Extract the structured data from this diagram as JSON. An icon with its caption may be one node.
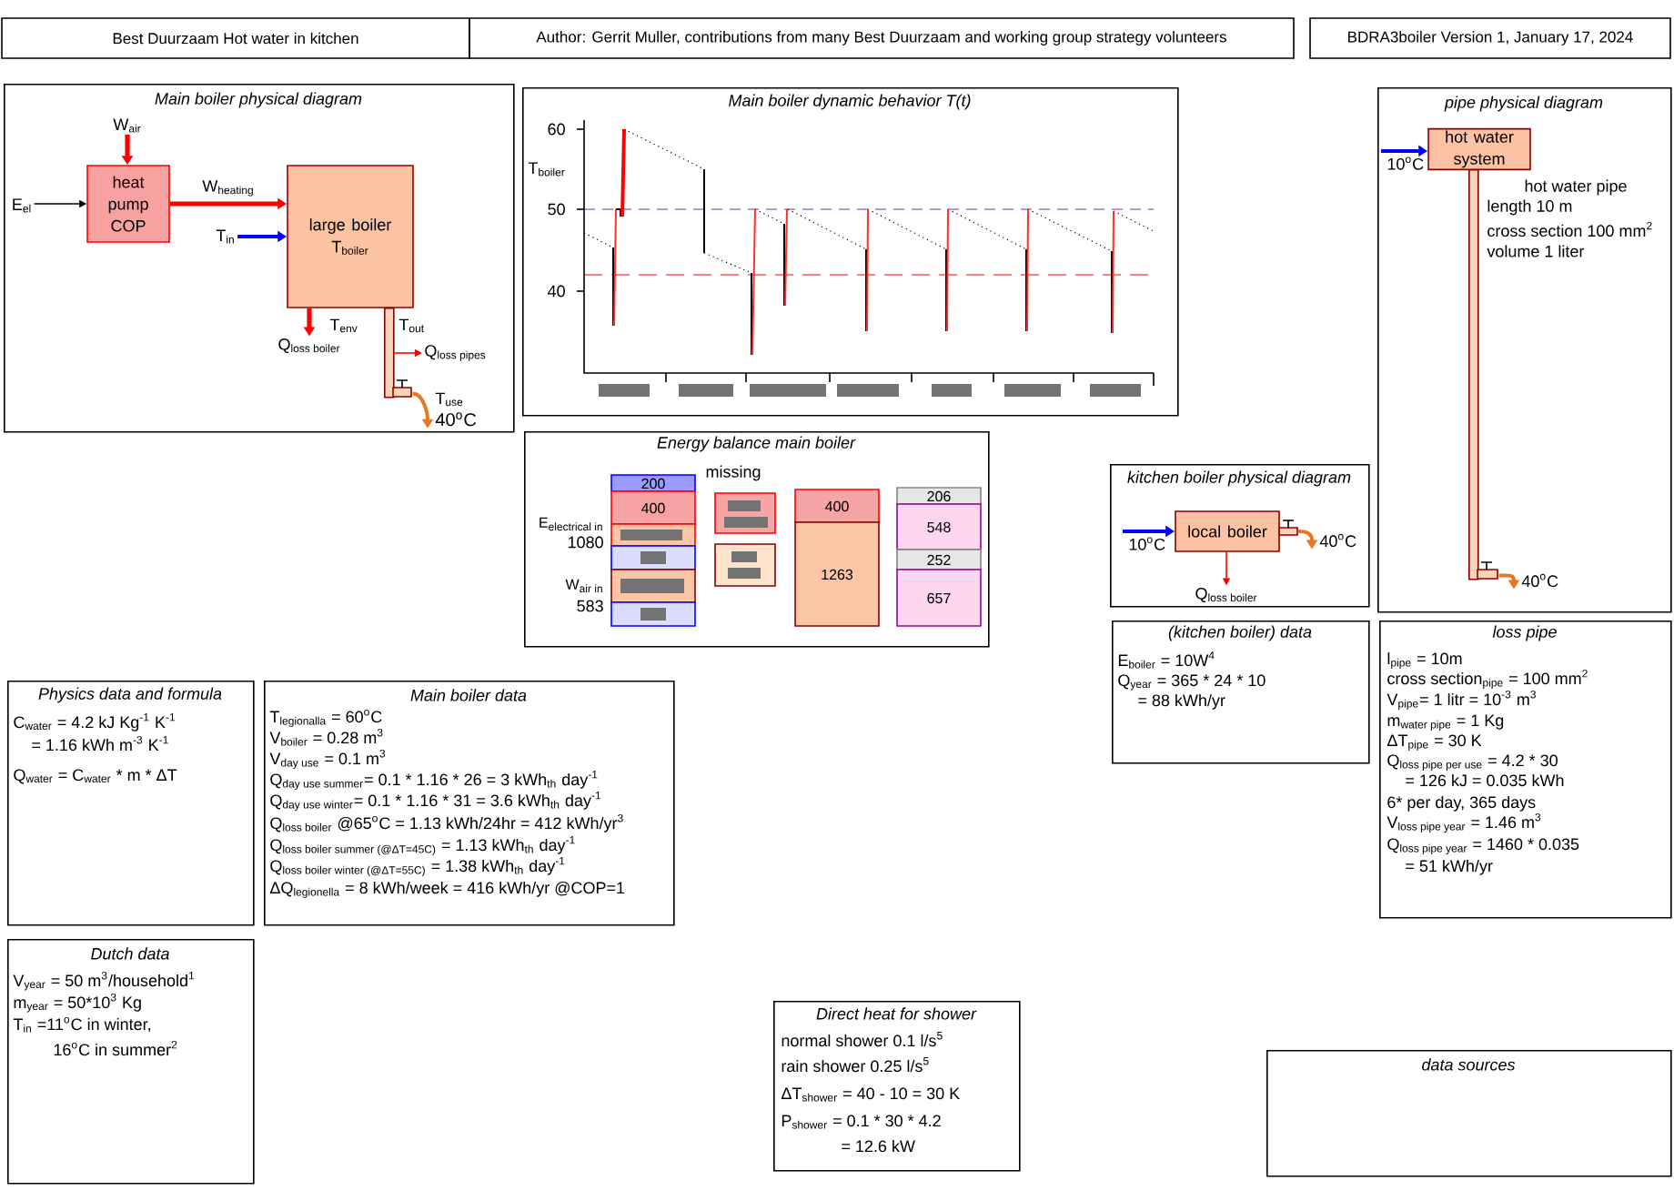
{
  "diagram": {
    "nodes": [
      {
        "text": [
          "Best Duurzaam Hot water in kitchen"
        ]
      },
      {
        "text": [
          "Author: Gerrit Muller, contributions from many Best Duurzaam and working group strategy volunteers"
        ]
      },
      {
        "text": [
          "BDRA3boiler Version 1, January 17, 2024"
        ]
      },
      {
        "text": [
          "Main boiler physical diagram"
        ]
      },
      {
        "text": [
          "W$_{air}$"
        ],
        "in": 3
      },
      {
        "text": [
          "E$_{el}$"
        ],
        "in": 3
      },
      {
        "text": [
          "heat pump COP"
        ],
        "in": 3
      },
      {
        "text": [
          "large boiler",
          "T$_{boiler}$"
        ],
        "in": 3
      },
      {
        "text": [
          "T$_{in}$"
        ],
        "in": 3
      },
      {
        "text": [
          "Q$_{loss boiler}$"
        ],
        "in": 3
      },
      {
        "text": [],
        "shape": "bar",
        "in": 3
      },
      {
        "text": [
          "Q$_{loss pipes}$"
        ],
        "in": 3
      },
      {
        "text": [
          "T$_{use}$",
          "40$^{o}$C"
        ],
        "in": 3
      },
      {
        "text": [
          "Main boiler dynamic behavior T(t)"
        ]
      },
      {
        "text": [
          "pipe physical diagram"
        ]
      },
      {
        "text": [
          "10$^{o}$C"
        ],
        "in": 14
      },
      {
        "text": [
          "hot water system"
        ],
        "in": 14
      },
      {
        "text": [],
        "shape": "bar",
        "in": 14,
        "beside": [
          "hot water pipe",
          "length 10 m",
          "cross section 100 mm$^{2}$",
          "volume 1 liter"
        ]
      },
      {
        "text": [
          "40$^{o}$C"
        ],
        "in": 14
      },
      {
        "text": [
          "Energy balance main boiler"
        ]
      },
      {
        "text": [
          "200"
        ],
        "in": 19
      },
      {
        "text": [
          "400"
        ],
        "in": 19
      },
      {
        "text": [],
        "shape": "box",
        "in": 19
      },
      {
        "text": [],
        "shape": "box",
        "in": 19
      },
      {
        "text": [],
        "shape": "box",
        "in": 19
      },
      {
        "text": [],
        "shape": "box",
        "in": 19
      },
      {
        "text": [],
        "shape": "box",
        "in": 19
      },
      {
        "text": [],
        "shape": "box",
        "in": 19
      },
      {
        "text": [
          "400"
        ],
        "in": 19
      },
      {
        "text": [
          "1263"
        ],
        "in": 19
      },
      {
        "text": [
          "206"
        ],
        "in": 19
      },
      {
        "text": [
          "548"
        ],
        "in": 19
      },
      {
        "text": [
          "252"
        ],
        "in": 19
      },
      {
        "text": [
          "657"
        ],
        "in": 19
      },
      {
        "text": [
          "kitchen boiler physical diagram"
        ]
      },
      {
        "text": [
          "10$^{o}$C"
        ],
        "in": 34
      },
      {
        "text": [
          "local boiler"
        ],
        "in": 34
      },
      {
        "text": [
          "Q$_{loss boiler}$"
        ],
        "in": 34
      },
      {
        "text": [
          "40$^{o}$C"
        ],
        "in": 34
      },
      {
        "text": [
          "Physics data and formula",
          "C$_{water}$ = 4.2 kJ Kg$^{-1}$ K$^{-1}$",
          "= 1.16 kWh m$^{-3}$ K$^{-1}$",
          "Q$_{water}$ = C$_{water}$ * m * ΔT"
        ]
      },
      {
        "text": [
          "Main boiler data",
          "T$_{legionalla}$ = 60$^{o}$C",
          "V$_{boiler}$ = 0.28 m$^{3}$",
          "V$_{day use}$ = 0.1 m$^{3}$",
          "Q$_{day use summer}$= 0.1 * 1.16 * 26 = 3 kWh$_{th}$ day$^{-1}$",
          "Q$_{day use winter}$= 0.1 * 1.16 * 31 = 3.6 kWh$_{th}$ day$^{-1}$",
          "Q$_{loss boiler}$ @65$^{o}$C = 1.13 kWh/24hr = 412 kWh/yr$^{3}$",
          "Q$_{loss boiler summer (@ΔT=45C)}$ = 1.13 kWh$_{th}$ day$^{-1}$",
          "Q$_{loss boiler winter (@ΔT=55C)}$ = 1.38 kWh$_{th}$ day$^{-1}$",
          "ΔQ$_{legionella}$ = 8 kWh/week = 416 kWh/yr @COP=1"
        ]
      },
      {
        "text": [
          "(kitchen boiler) data",
          "E$_{boiler}$ = 10W$^{4}$",
          "Q$_{year}$ = 365 * 24 * 10",
          "= 88 kWh/yr"
        ]
      },
      {
        "text": [
          "loss pipe",
          "l$_{pipe}$ = 10m",
          "cross section$_{pipe}$ = 100 mm$^{2}$",
          "V$_{pipe}$= 1 litr = 10$^{-3}$ m$^{3}$",
          "m$_{water pipe}$ = 1 Kg",
          "ΔT$_{pipe}$ = 30 K",
          "Q$_{loss pipe per use}$ = 4.2 * 30",
          "= 126 kJ = 0.035 kWh",
          "6* per day, 365 days",
          "V$_{loss pipe year}$ = 1.46 m$^{3}$",
          "Q$_{loss pipe year}$ = 1460 * 0.035",
          "= 51 kWh/yr"
        ]
      },
      {
        "text": [
          "Dutch data",
          "V$_{year}$ = 50 m$^{3}$/household$^{1}$",
          "m$_{year}$ = 50*10$^{3}$ Kg",
          "T$_{in}$ =11$^{o}$C in winter,",
          "16$^{o}$C in summer$^{2}$"
        ]
      },
      {
        "text": [
          "Direct heat for shower",
          "normal shower 0.1 l/s$^{5}$",
          "rain shower 0.25 l/s$^{5}$",
          "ΔT$_{shower}$ = 40 - 10 = 30 K",
          "P$_{shower}$ = 0.1 * 30 * 4.2",
          "= 12.6 kW"
        ]
      },
      {
        "text": [
          "data sources"
        ]
      }
    ],
    "edges": [
      {
        "from": 4,
        "to": 6,
        "arrow": "to",
        "color": "#ff0000"
      },
      {
        "from": 5,
        "to": 6,
        "arrow": "to",
        "color": "#000000"
      },
      {
        "from": 6,
        "to": 7,
        "arrow": "to",
        "color": "#ff0000",
        "label": "W$_{heating}$"
      },
      {
        "from": 8,
        "to": 7,
        "arrow": "to",
        "color": "#0000ff"
      },
      {
        "from": 7,
        "to": 9,
        "arrow": "to",
        "color": "#ff0000"
      },
      {
        "from": 10,
        "to": 11,
        "arrow": "to",
        "color": "#ff0000"
      },
      {
        "from": 10,
        "to": 12,
        "arrow": "to",
        "color": "#e87722"
      },
      {
        "from": 15,
        "to": 16,
        "arrow": "to",
        "color": "#0000ff"
      },
      {
        "from": 17,
        "to": 18,
        "arrow": "to",
        "color": "#e87722"
      },
      {
        "from": 35,
        "to": 36,
        "arrow": "to",
        "color": "#0000ff"
      },
      {
        "from": 36,
        "to": 37,
        "arrow": "to",
        "color": "#ff0000"
      },
      {
        "from": 36,
        "to": 38,
        "arrow": "to",
        "color": "#e87722"
      }
    ],
    "labels": [
      "T$_{env}$",
      "T$_{out}$",
      "60",
      "T$_{boiler}$",
      "50",
      "40",
      "missing",
      "E$_{electrical in}$",
      "1080",
      "W$_{air in}$",
      "583"
    ]
  }
}
